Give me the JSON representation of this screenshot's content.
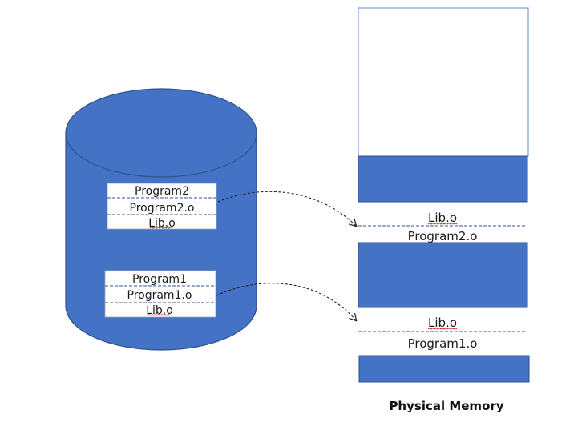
{
  "disk": {
    "program2_block": {
      "header": "Program2",
      "object_file": "Program2.o",
      "library": "Lib.o"
    },
    "program1_block": {
      "header": "Program1",
      "object_file": "Program1.o",
      "library": "Lib.o"
    }
  },
  "memory": {
    "caption": "Physical Memory",
    "program2_region": {
      "library": "Lib.o",
      "object_file": "Program2.o"
    },
    "program1_region": {
      "library": "Lib.o",
      "object_file": "Program1.o"
    }
  },
  "colors": {
    "fill": "#4472c4",
    "stroke": "#2f528f",
    "dash": "#2e5597",
    "squiggle": "#d01c1c",
    "arrow": "#1f1f1f"
  }
}
